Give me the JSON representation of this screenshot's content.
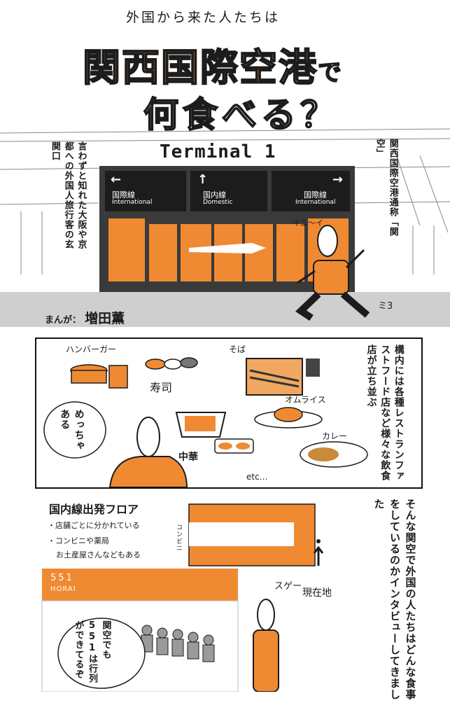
{
  "header": {
    "kicker": "外国から来た人たちは",
    "title_line1": "関西国際空港",
    "title_particle": "で",
    "title_line2": "何食べる？"
  },
  "panel1": {
    "terminal_sign": "Terminal 1",
    "board_left_arrow": "←",
    "board_left_jp": "国際線",
    "board_left_en": "International",
    "board_center_arrow": "↑",
    "board_center_jp": "国内線",
    "board_center_en": "Domestic",
    "board_right_arrow": "→",
    "board_right_jp": "国際線",
    "board_right_en": "International",
    "caption_left": "言わずと知れた大阪や京都への外国人旅行客の玄関口",
    "caption_right": "関西国際空港通称「関空」",
    "sfx_walk": "イエ〜イ",
    "sfx_motion": "ミ3",
    "credit_label": "まんが：",
    "credit_name": "増田薫"
  },
  "panel2": {
    "label_hamburger": "ハンバーガー",
    "label_soba": "そば",
    "label_sushi": "寿司",
    "label_omurice": "オムライス",
    "label_curry": "カレー",
    "label_chuka": "中華",
    "label_etc": "etc…",
    "bubble": "めっちゃある",
    "caption": "構内には各種レストランファストフード店など様々な飲食店が立ち並ぶ"
  },
  "panel3": {
    "floor_title": "国内線出発フロア",
    "bullet1": "・店舗ごとに分かれている",
    "bullet2": "・コンビニや薬局",
    "bullet2b": "お土産屋さんなどもある",
    "map_konbini": "コンビニ",
    "map_here": "現在地",
    "caption_right": "そんな関空で外国の人たちはどんな食事をしているのかインタビューしてきました",
    "store_sign_num": "551",
    "store_sign_name": "HORAI",
    "bubble": "関空でも551は行列ができてるぞ",
    "sfx_wow": "スゲー"
  },
  "colors": {
    "accent": "#f08a32",
    "dark": "#3a3a3a",
    "ink": "#1c1c1c"
  }
}
